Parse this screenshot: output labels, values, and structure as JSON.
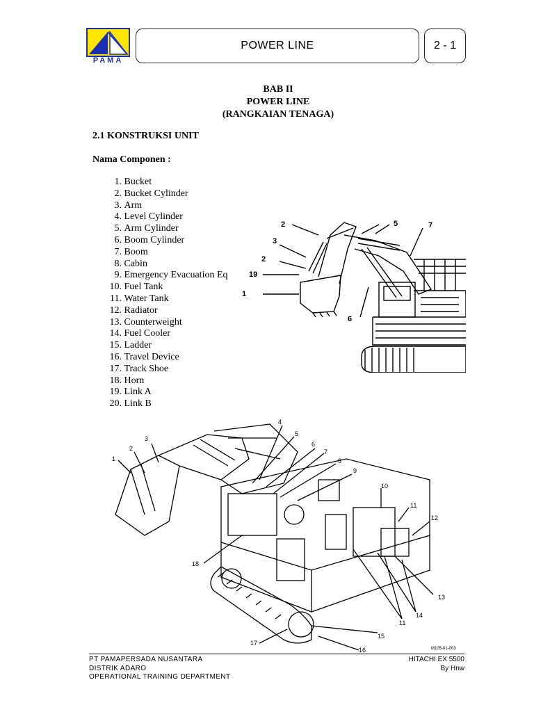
{
  "header": {
    "logo_text": "PAMA",
    "title": "POWER LINE",
    "page_number": "2 - 1"
  },
  "chapter": {
    "line1": "BAB II",
    "line2": "POWER LINE",
    "line3": "(RANGKAIAN TENAGA)"
  },
  "section": {
    "heading": "2.1 KONSTRUKSI UNIT",
    "subheading": "Nama Componen :",
    "components": [
      {
        "n": "1.",
        "t": "Bucket"
      },
      {
        "n": "2.",
        "t": "Bucket Cylinder"
      },
      {
        "n": "3.",
        "t": "Arm"
      },
      {
        "n": "4.",
        "t": "Level Cylinder"
      },
      {
        "n": "5.",
        "t": "Arm Cylinder"
      },
      {
        "n": "6.",
        "t": "Boom Cylinder"
      },
      {
        "n": "7.",
        "t": "Boom"
      },
      {
        "n": "8.",
        "t": "Cabin"
      },
      {
        "n": "9.",
        "t": "Emergency Evacuation Eq"
      },
      {
        "n": "10.",
        "t": "Fuel Tank"
      },
      {
        "n": "11.",
        "t": "Water Tank"
      },
      {
        "n": "12.",
        "t": "Radiator"
      },
      {
        "n": "13.",
        "t": "Counterweight"
      },
      {
        "n": "14.",
        "t": "Fuel Cooler"
      },
      {
        "n": "15.",
        "t": "Ladder"
      },
      {
        "n": "16.",
        "t": "Travel Device"
      },
      {
        "n": "17.",
        "t": "Track Shoe"
      },
      {
        "n": "18.",
        "t": "Horn"
      },
      {
        "n": "19.",
        "t": "Link A"
      },
      {
        "n": "20.",
        "t": "Link B"
      }
    ]
  },
  "figure1": {
    "callouts": [
      "2",
      "5",
      "7",
      "3",
      "2",
      "19",
      "1",
      "6"
    ]
  },
  "figure2": {
    "callouts": [
      "4",
      "5",
      "6",
      "7",
      "8",
      "9",
      "3",
      "2",
      "1",
      "10",
      "11",
      "12",
      "18",
      "13",
      "14",
      "11",
      "15",
      "17",
      "16"
    ],
    "code": "M105-01-003"
  },
  "footer": {
    "left1": "PT  PAMAPERSADA  NUSANTARA",
    "left2": "DISTRIK  ADARO",
    "left3": "OPERATIONAL TRAINING DEPARTMENT",
    "right1": "HITACHI EX 5500",
    "right2": "By Hnw"
  }
}
